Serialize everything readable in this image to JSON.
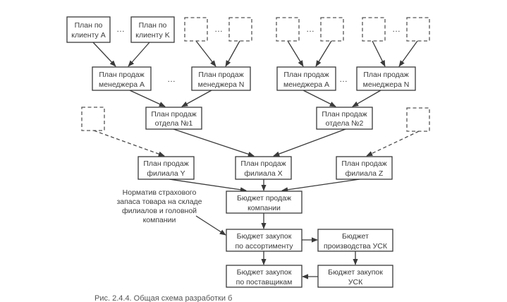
{
  "diagram": {
    "nodes": {
      "client_a": [
        "План по",
        "клиенту A"
      ],
      "client_k": [
        "План по",
        "клиенту K"
      ],
      "mgr1_a": [
        "План продаж",
        "менеджера A"
      ],
      "mgr1_n": [
        "План продаж",
        "менеджера N"
      ],
      "mgr2_a": [
        "План продаж",
        "менеджера A"
      ],
      "mgr2_n": [
        "План продаж",
        "менеджера N"
      ],
      "dept_1": [
        "План продаж",
        "отдела №1"
      ],
      "dept_2": [
        "План продаж",
        "отдела №2"
      ],
      "branch_y": [
        "План продаж",
        "филиала Y"
      ],
      "branch_x": [
        "План продаж",
        "филиала X"
      ],
      "branch_z": [
        "План продаж",
        "филиала Z"
      ],
      "company_sales": [
        "Бюджет продаж",
        "компании"
      ],
      "purchase_assortment": [
        "Бюджет закупок",
        "по ассортименту"
      ],
      "production_usk": [
        "Бюджет",
        "производства УСК"
      ],
      "purchase_suppliers": [
        "Бюджет закупок",
        "по поставщикам"
      ],
      "purchase_usk": [
        "Бюджет закупок",
        "УСК"
      ]
    },
    "note": [
      "Норматив страхового",
      "запаса товара на складе",
      "филиалов и головной",
      "компании"
    ],
    "ellipsis": "…",
    "edges": [
      [
        "client_a",
        "mgr1_a"
      ],
      [
        "client_k",
        "mgr1_a"
      ],
      [
        "placeholder_1",
        "mgr1_n"
      ],
      [
        "placeholder_2",
        "mgr1_n"
      ],
      [
        "placeholder_3",
        "mgr2_a"
      ],
      [
        "placeholder_4",
        "mgr2_a"
      ],
      [
        "placeholder_5",
        "mgr2_n"
      ],
      [
        "placeholder_6",
        "mgr2_n"
      ],
      [
        "mgr1_a",
        "dept_1"
      ],
      [
        "mgr1_n",
        "dept_1"
      ],
      [
        "mgr2_a",
        "dept_2"
      ],
      [
        "mgr2_n",
        "dept_2"
      ],
      [
        "placeholder_left",
        "branch_y"
      ],
      [
        "placeholder_right",
        "branch_z"
      ],
      [
        "dept_1",
        "branch_x"
      ],
      [
        "dept_2",
        "branch_x"
      ],
      [
        "branch_y",
        "company_sales"
      ],
      [
        "branch_x",
        "company_sales"
      ],
      [
        "branch_z",
        "company_sales"
      ],
      [
        "company_sales",
        "purchase_assortment"
      ],
      [
        "note",
        "purchase_assortment"
      ],
      [
        "purchase_assortment",
        "production_usk"
      ],
      [
        "purchase_assortment",
        "purchase_suppliers"
      ],
      [
        "production_usk",
        "purchase_usk"
      ],
      [
        "purchase_usk",
        "purchase_suppliers"
      ]
    ]
  },
  "caption": "Рис. 2.4.4. Общая схема разработки б"
}
